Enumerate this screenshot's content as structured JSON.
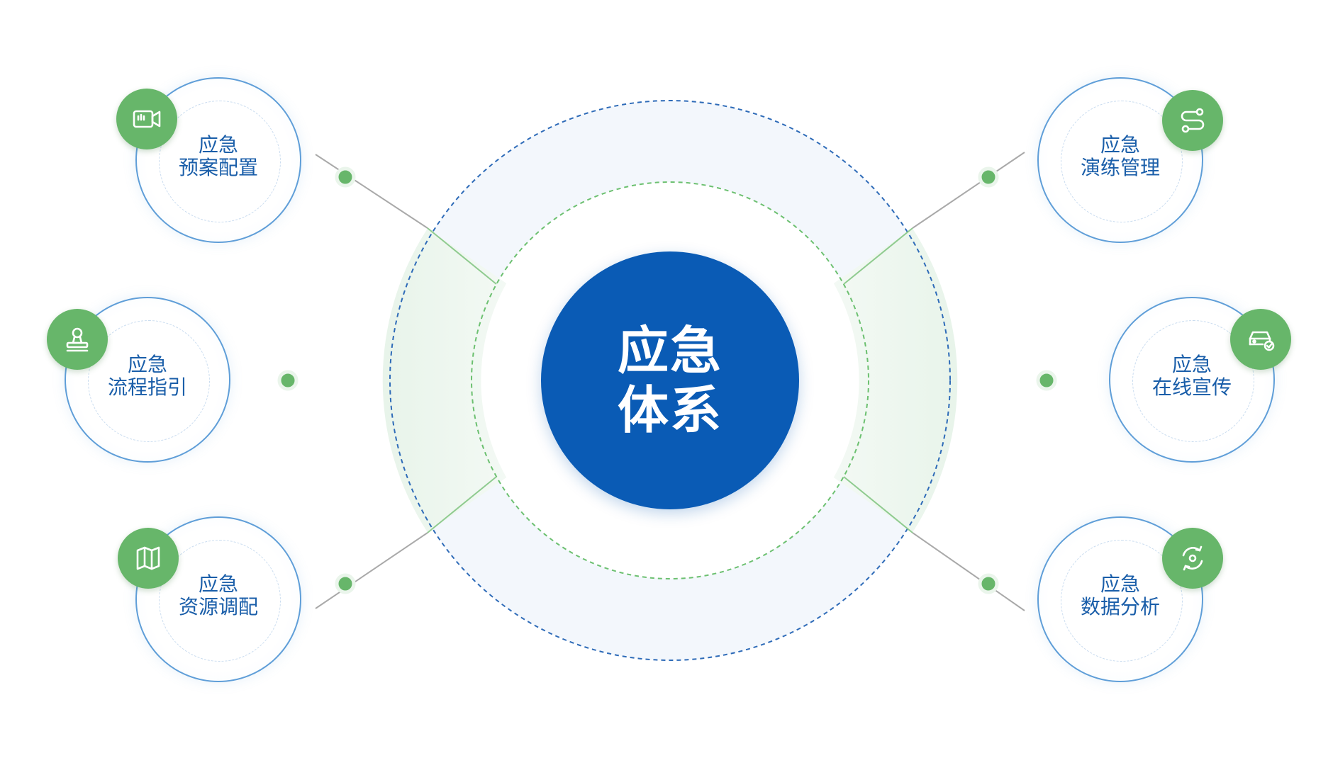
{
  "core": {
    "line1": "应急",
    "line2": "体系"
  },
  "nodes": [
    {
      "id": "plan-config",
      "line1": "应急",
      "line2": "预案配置",
      "icon": "video-camera-icon"
    },
    {
      "id": "process-guide",
      "line1": "应急",
      "line2": "流程指引",
      "icon": "stamp-icon"
    },
    {
      "id": "resource-dispatch",
      "line1": "应急",
      "line2": "资源调配",
      "icon": "map-icon"
    },
    {
      "id": "drill-management",
      "line1": "应急",
      "line2": "演练管理",
      "icon": "route-icon"
    },
    {
      "id": "online-publicity",
      "line1": "应急",
      "line2": "在线宣传",
      "icon": "vehicle-check-icon"
    },
    {
      "id": "data-analysis",
      "line1": "应急",
      "line2": "数据分析",
      "icon": "refresh-target-icon"
    }
  ],
  "colors": {
    "core": "#0a5bb5",
    "node_border": "#5f9ed8",
    "badge": "#67b66a",
    "label": "#1a5ea9",
    "ring_dash_outer": "#2e6bb8",
    "ring_dash_inner": "#6cc070",
    "connector": "#a9a9a9"
  }
}
